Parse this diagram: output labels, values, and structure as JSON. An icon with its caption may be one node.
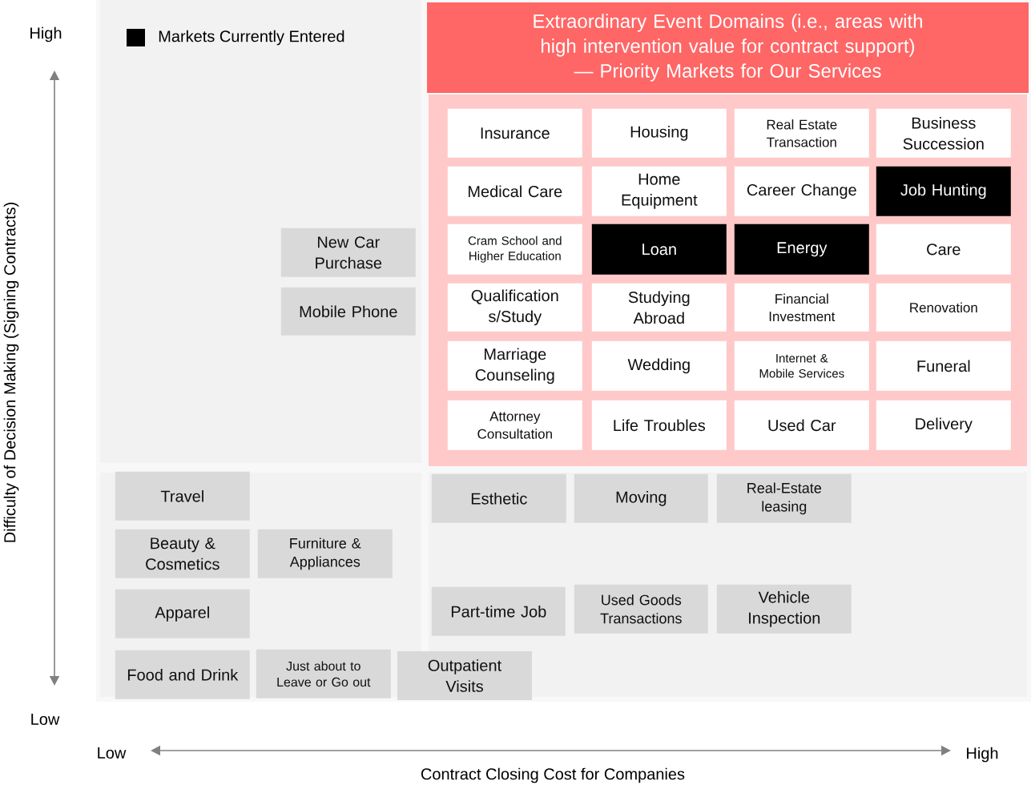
{
  "diagram": {
    "nodes": [
      {
        "text": [
          "Extraordinary Event Domains (i.e., areas with high intervention value for contract support)",
          "— Priority Markets for Our Services"
        ]
      },
      {
        "text": [],
        "shape": "box"
      },
      {
        "text": [
          "New Car Purchase"
        ],
        "in": 1
      },
      {
        "text": [
          "Mobile Phone"
        ],
        "in": 1
      },
      {
        "text": [],
        "shape": "box"
      },
      {
        "text": [
          "Insurance"
        ],
        "in": 4
      },
      {
        "text": [
          "Housing"
        ],
        "in": 4
      },
      {
        "text": [
          "Real Estate Transaction"
        ],
        "in": 4
      },
      {
        "text": [
          "Business Succession"
        ],
        "in": 4
      },
      {
        "text": [
          "Medical Care"
        ],
        "in": 4
      },
      {
        "text": [
          "Home Equipment"
        ],
        "in": 4
      },
      {
        "text": [
          "Career Change"
        ],
        "in": 4
      },
      {
        "text": [
          "Job Hunting"
        ],
        "in": 4
      },
      {
        "text": [
          "Cram School and Higher Education"
        ],
        "in": 4
      },
      {
        "text": [
          "Loan"
        ],
        "in": 4
      },
      {
        "text": [
          "Energy"
        ],
        "in": 4
      },
      {
        "text": [
          "Care"
        ],
        "in": 4
      },
      {
        "text": [
          "Qualification s/Study"
        ],
        "in": 4
      },
      {
        "text": [
          "Studying Abroad"
        ],
        "in": 4
      },
      {
        "text": [
          "Financial Investment"
        ],
        "in": 4
      },
      {
        "text": [
          "Renovation"
        ],
        "in": 4
      },
      {
        "text": [
          "Marriage Counseling"
        ],
        "in": 4
      },
      {
        "text": [
          "Wedding"
        ],
        "in": 4
      },
      {
        "text": [
          "Internet & Mobile Services"
        ],
        "in": 4
      },
      {
        "text": [
          "Funeral"
        ],
        "in": 4
      },
      {
        "text": [
          "Attorney Consultation"
        ],
        "in": 4
      },
      {
        "text": [
          "Life Troubles"
        ],
        "in": 4
      },
      {
        "text": [
          "Used Car"
        ],
        "in": 4
      },
      {
        "text": [
          "Delivery"
        ],
        "in": 4
      },
      {
        "text": [],
        "shape": "box"
      },
      {
        "text": [
          "Travel"
        ],
        "in": 29
      },
      {
        "text": [
          "Beauty & Cosmetics"
        ],
        "in": 29
      },
      {
        "text": [
          "Furniture & Appliances"
        ],
        "in": 29
      },
      {
        "text": [
          "Apparel"
        ],
        "in": 29
      },
      {
        "text": [
          "Food and Drink"
        ],
        "in": 29
      },
      {
        "text": [
          "Just about to Leave or Go out"
        ],
        "in": 29
      },
      {
        "text": [],
        "shape": "box"
      },
      {
        "text": [
          "Esthetic"
        ],
        "in": 36
      },
      {
        "text": [
          "Moving"
        ],
        "in": 36
      },
      {
        "text": [
          "Real-Estate leasing"
        ],
        "in": 36
      },
      {
        "text": [
          "Part-time Job"
        ],
        "in": 36
      },
      {
        "text": [
          "Used Goods Transactions"
        ],
        "in": 36
      },
      {
        "text": [
          "Vehicle Inspection"
        ],
        "in": 36
      },
      {
        "text": [
          "Outpatient Visits"
        ]
      }
    ],
    "labels": [
      "High",
      "Low",
      "Difficulty of Decision Making (Signing Contracts)",
      "Low",
      "High",
      "Contract Closing Cost for Companies"
    ],
    "legend": [
      {
        "text": "Markets Currently Entered",
        "color": "#000000"
      }
    ]
  }
}
